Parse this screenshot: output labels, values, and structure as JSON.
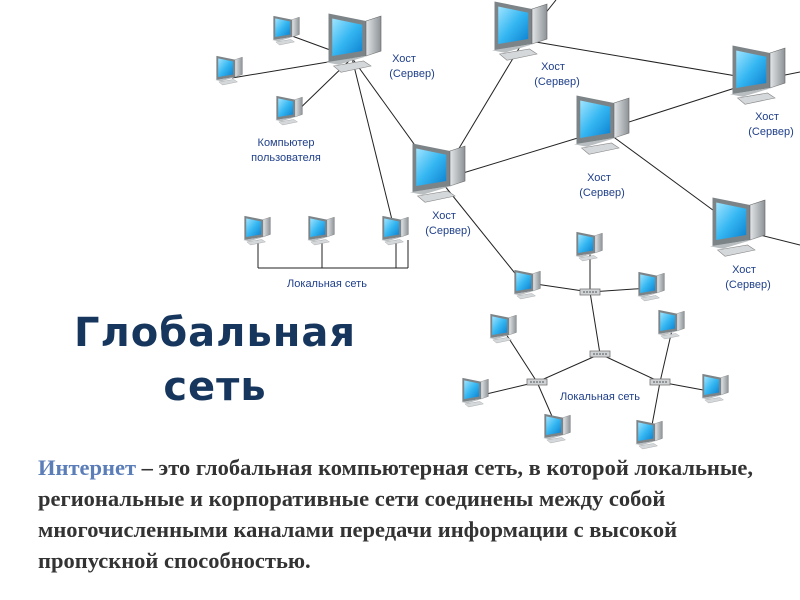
{
  "title": {
    "line1": "Глобальная",
    "line2": "сеть"
  },
  "description": {
    "keyword": "Интернет",
    "text": " – это глобальная компьютерная сеть, в которой локальные, региональные и корпоративные сети соединены между собой многочисленными каналами передачи информации с высокой пропускной способностью."
  },
  "labels": {
    "host": "Хост",
    "server": "(Сервер)",
    "user_computer_line1": "Компьютер",
    "user_computer_line2": "пользователя",
    "local_network": "Локальная сеть"
  },
  "colors": {
    "title": "#17365d",
    "keyword": "#5b7db8",
    "text": "#333333",
    "label": "#1f3f8a",
    "link": "#222222"
  }
}
